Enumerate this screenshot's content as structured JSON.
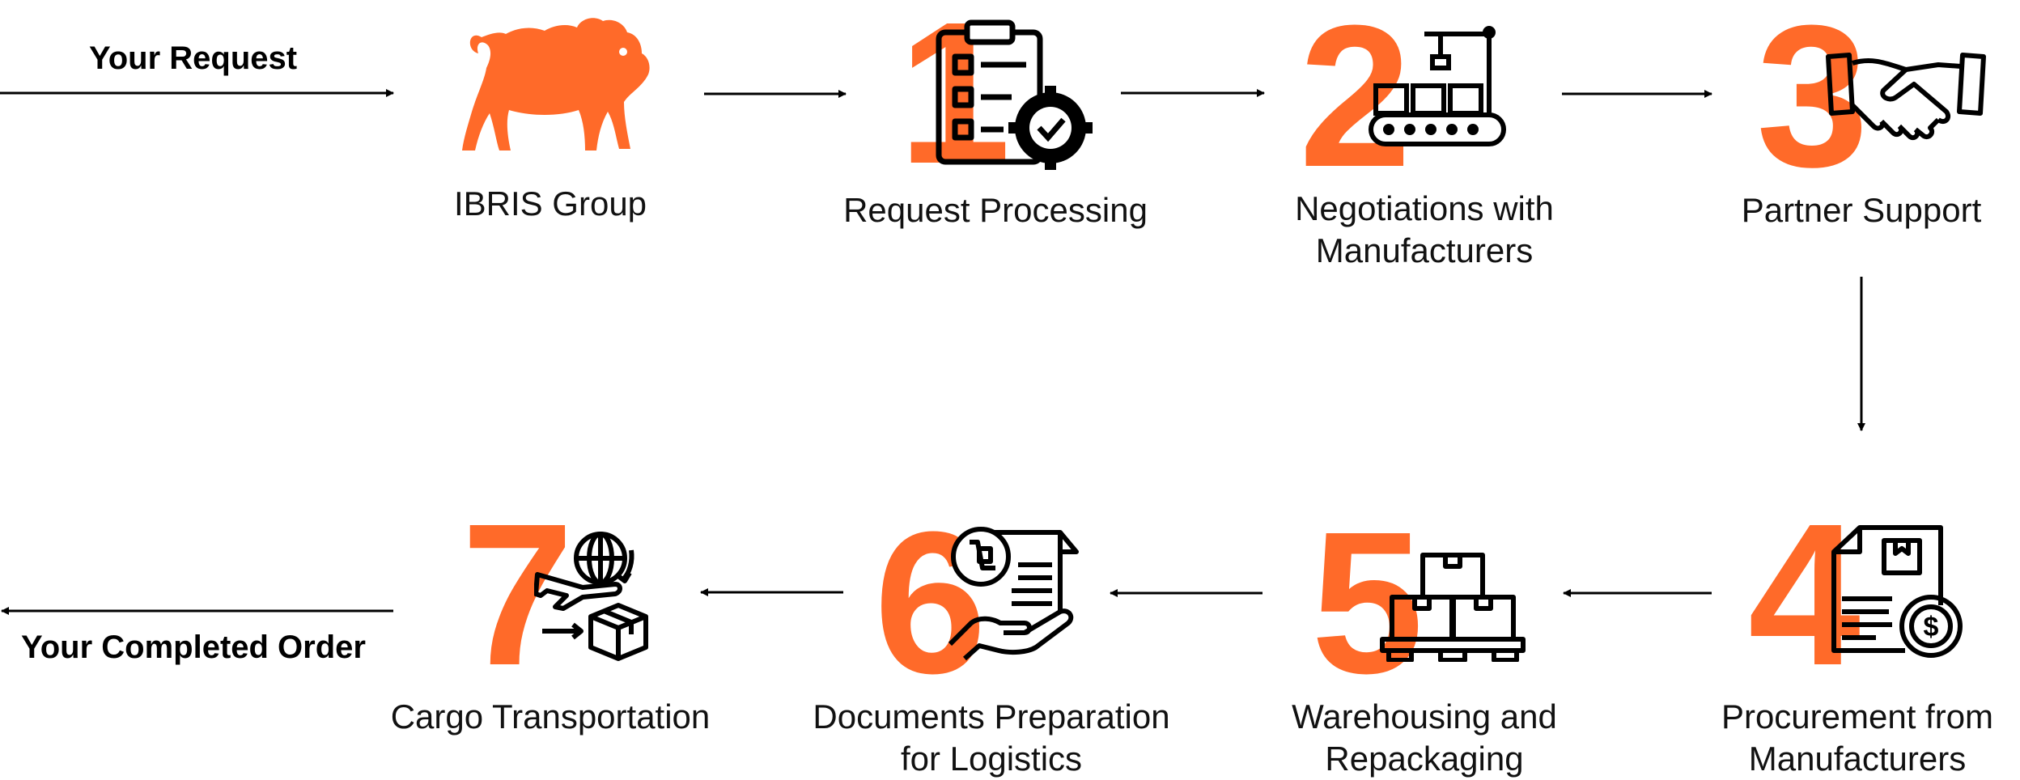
{
  "colors": {
    "accent": "#FF6A29",
    "ink": "#000000",
    "text": "#111111"
  },
  "flow": {
    "start_label": "Your Request",
    "end_label": "Your Completed Order"
  },
  "steps": [
    {
      "number": "",
      "icon": "lion-logo-icon",
      "lines": [
        "IBRIS Group"
      ]
    },
    {
      "number": "1",
      "icon": "clipboard-gear-icon",
      "lines": [
        "Request Processing"
      ]
    },
    {
      "number": "2",
      "icon": "conveyor-belt-icon",
      "lines": [
        "Negotiations with",
        "Manufacturers"
      ]
    },
    {
      "number": "3",
      "icon": "handshake-icon",
      "lines": [
        "Partner Support"
      ]
    },
    {
      "number": "4",
      "icon": "invoice-dollar-icon",
      "lines": [
        "Procurement from",
        "Manufacturers"
      ]
    },
    {
      "number": "5",
      "icon": "pallet-boxes-icon",
      "lines": [
        "Warehousing and",
        "Repackaging"
      ]
    },
    {
      "number": "6",
      "icon": "document-hand-icon",
      "lines": [
        "Documents Preparation",
        "for Logistics"
      ]
    },
    {
      "number": "7",
      "icon": "plane-globe-box-icon",
      "lines": [
        "Cargo Transportation"
      ]
    }
  ]
}
